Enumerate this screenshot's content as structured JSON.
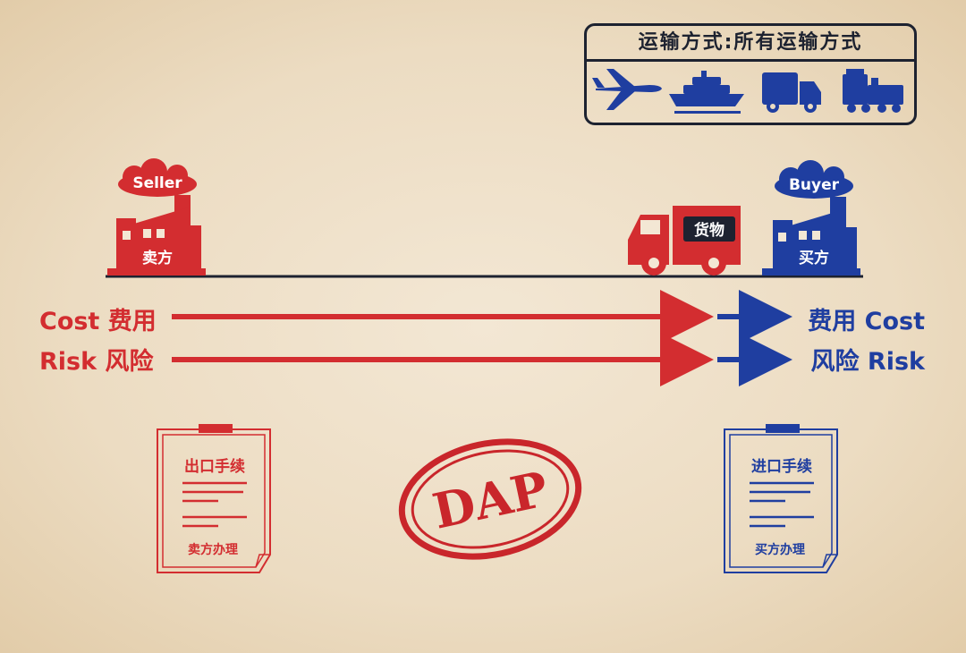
{
  "transport": {
    "title": "运输方式:所有运输方式",
    "icons": [
      "airplane-icon",
      "ship-icon",
      "truck-icon",
      "train-icon"
    ]
  },
  "seller": {
    "cloud_label": "Seller",
    "building_label": "卖方"
  },
  "buyer": {
    "cloud_label": "Buyer",
    "building_label": "买方"
  },
  "truck": {
    "cargo_label": "货物"
  },
  "cost_risk": {
    "seller_cost": "Cost 费用",
    "seller_risk": "Risk 风险",
    "buyer_cost": "费用 Cost",
    "buyer_risk": "风险 Risk"
  },
  "documents": {
    "export": {
      "title": "出口手续",
      "sign": "卖方办理"
    },
    "import": {
      "title": "进口手续",
      "sign": "买方办理"
    }
  },
  "stamp": {
    "text": "DAP"
  },
  "colors": {
    "seller_red": "#d32d30",
    "buyer_blue": "#1f3ea0",
    "ink": "#1d2230"
  }
}
